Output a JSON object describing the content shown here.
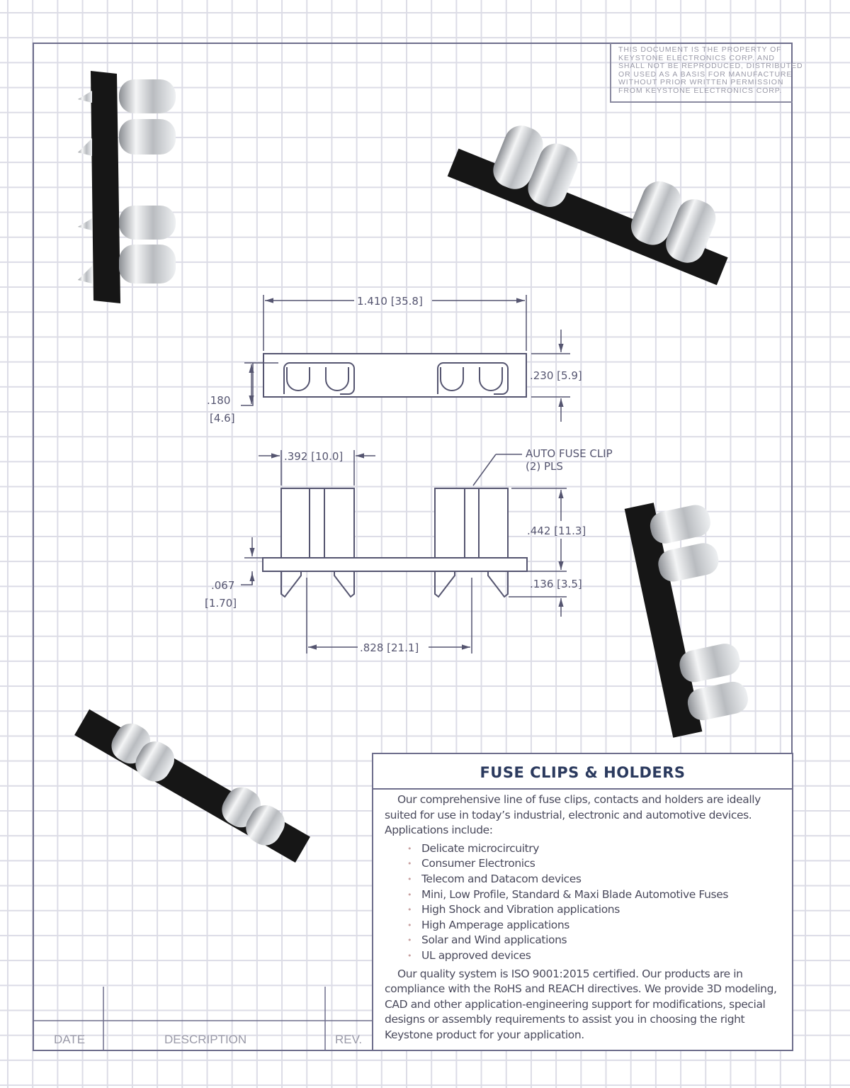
{
  "notice": {
    "lines": [
      "THIS DOCUMENT IS THE PROPERTY OF",
      "KEYSTONE ELECTRONICS CORP. AND",
      "SHALL NOT BE REPRODUCED, DISTRIBUTED",
      "OR USED AS A BASIS FOR MANUFACTURE",
      "WITHOUT PRIOR WRITTEN PERMISSION",
      "FROM KEYSTONE ELECTRONICS CORP."
    ]
  },
  "drawing": {
    "overall_width": "1.410 [35.8]",
    "height_top": ".230 [5.9]",
    "clip_depth_in": ".180",
    "clip_depth_mm": "[4.6]",
    "clip_width": ".392 [10.0]",
    "callout_line1": "AUTO FUSE CLIP",
    "callout_line2": "(2) PLS",
    "clip_height": ".442 [11.3]",
    "pin_length": ".136 [3.5]",
    "base_thick_in": ".067",
    "base_thick_mm": "[1.70]",
    "clip_spacing": ".828 [21.1]"
  },
  "info": {
    "title": "FUSE CLIPS & HOLDERS",
    "intro": "Our comprehensive line of fuse clips, contacts and holders are ideally suited for use in today’s industrial, electronic and automotive devices. Applications include:",
    "applications": [
      "Delicate microcircuitry",
      "Consumer Electronics",
      "Telecom and Datacom devices",
      "Mini, Low Profile, Standard & Maxi Blade Automotive Fuses",
      "High Shock and Vibration applications",
      "High Amperage applications",
      "Solar and Wind applications",
      "UL approved devices"
    ],
    "quality": "Our quality system is ISO 9001:2015 certified. Our products are in compliance with the RoHS and REACH directives. We provide 3D modeling, CAD and other application-engineering support for modifications, special designs or assembly requirements to assist you in choosing the right Keystone product for your application."
  },
  "title_block": {
    "date": "DATE",
    "description": "DESCRIPTION",
    "rev": "REV."
  }
}
